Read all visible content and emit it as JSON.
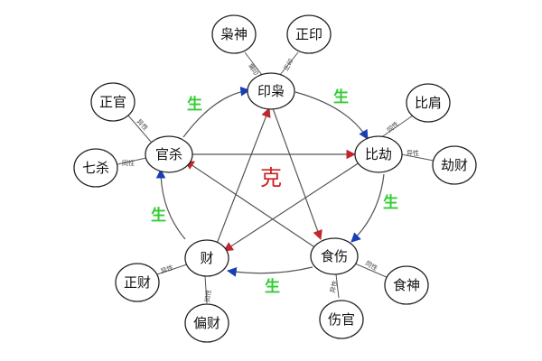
{
  "colors": {
    "sheng_label": "#33cc33",
    "ke_label": "#cc2222",
    "sheng_arrow": "#1a3fb5",
    "ke_arrow": "#c0272d",
    "line": "#555555",
    "node_fill": "#ffffff",
    "node_stroke": "#222222"
  },
  "center_label": "克",
  "cycle_label": "生",
  "main_nodes": {
    "yinxiao": "印枭",
    "bijie": "比劫",
    "shishang": "食伤",
    "cai": "财",
    "guansha": "官杀"
  },
  "side_nodes": {
    "xiaoshen": "枭神",
    "zhengyin": "正印",
    "bijian": "比肩",
    "jiecai": "劫财",
    "shishen": "食神",
    "shangguan": "伤官",
    "zhengcai": "正财",
    "piancai": "偏财",
    "zhengguan": "正官",
    "qisha": "七杀"
  },
  "connector_labels": {
    "yin_pian": "偏印",
    "yin_zheng": "正印",
    "bi_tong": "同性",
    "bi_yi": "异性",
    "shi_tong": "同性",
    "shi_yi": "异性",
    "cai_yi": "异性",
    "cai_tong": "同性",
    "guan_yi": "异性",
    "guan_tong": "同性"
  }
}
